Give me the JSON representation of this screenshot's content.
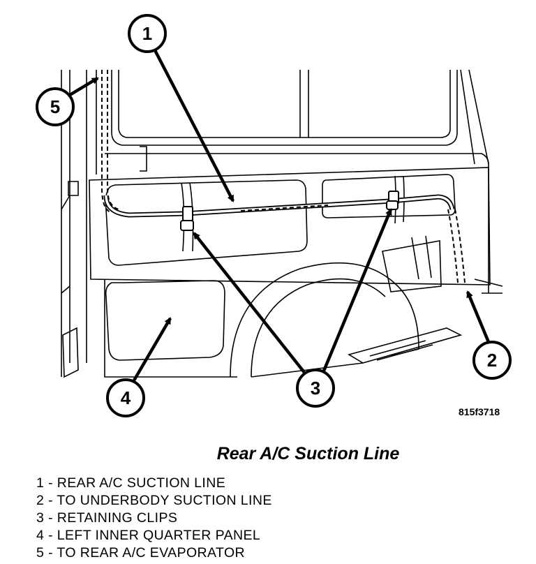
{
  "figure": {
    "id": "815f3718",
    "caption": "Rear A/C Suction Line"
  },
  "callouts": [
    {
      "number": "1"
    },
    {
      "number": "2"
    },
    {
      "number": "3"
    },
    {
      "number": "4"
    },
    {
      "number": "5"
    }
  ],
  "legend": [
    "1 - REAR A/C SUCTION LINE",
    "2 - TO UNDERBODY SUCTION LINE",
    "3 - RETAINING CLIPS",
    "4 - LEFT INNER QUARTER PANEL",
    "5 - TO REAR A/C EVAPORATOR"
  ]
}
